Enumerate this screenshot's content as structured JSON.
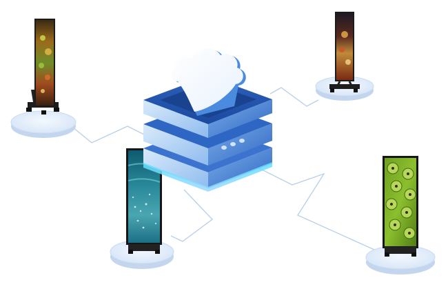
{
  "diagram": {
    "hub": {
      "icon": "cloud-server-icon",
      "indicator_lights": 3
    },
    "nodes": [
      {
        "id": "node-top-left",
        "screen_content": "food-dish",
        "stand": "wheeled-stand"
      },
      {
        "id": "node-top-right",
        "screen_content": "food-dish",
        "stand": "wheeled-stand"
      },
      {
        "id": "node-bottom-left",
        "screen_content": "water-surface",
        "stand": "wheeled-base"
      },
      {
        "id": "node-bottom-right",
        "screen_content": "kiwi-slices",
        "stand": "wheeled-base"
      }
    ],
    "colors": {
      "line": "#b7cfe6",
      "pad_fill": "#e3eefb",
      "pad_edge": "#c3d6ee",
      "hub_light": "#cfe4fa",
      "hub_mid": "#6fa6e6",
      "hub_dark": "#1f4fa6",
      "cloud": "#ffffff",
      "cloud_shadow": "#4a8be0"
    }
  }
}
